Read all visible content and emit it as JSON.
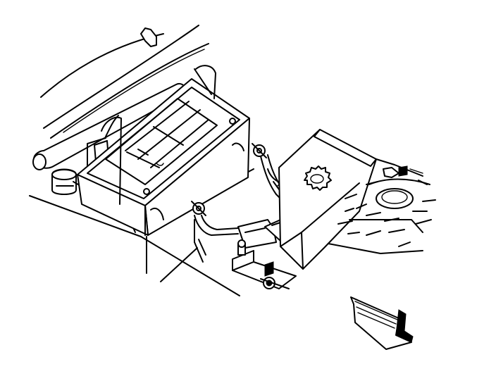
{
  "figure": {
    "callout_count": 2,
    "line_color": "#000000",
    "background_color": "#ffffff",
    "arrow_direction": "front-of-vehicle"
  },
  "parts": [
    {
      "id": "battery",
      "icon": "battery-icon"
    },
    {
      "id": "negative-cable",
      "icon": "cable-icon"
    },
    {
      "id": "positive-cable",
      "icon": "cable-icon"
    },
    {
      "id": "washer-reservoir",
      "icon": "reservoir-icon"
    },
    {
      "id": "hold-down-clamp",
      "icon": "clamp-icon"
    },
    {
      "id": "fender-strut",
      "icon": "strut-icon"
    }
  ]
}
